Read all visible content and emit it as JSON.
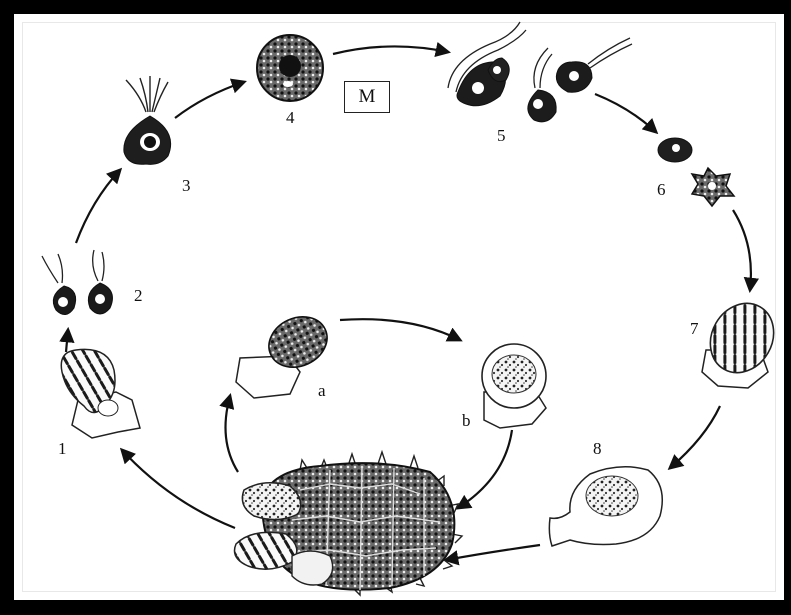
{
  "box_label": "M",
  "stage_labels": {
    "s1": "1",
    "s2": "2",
    "s3": "3",
    "s4": "4",
    "s5": "5",
    "s6": "6",
    "s7": "7",
    "s8": "8",
    "sa": "a",
    "sb": "b"
  }
}
